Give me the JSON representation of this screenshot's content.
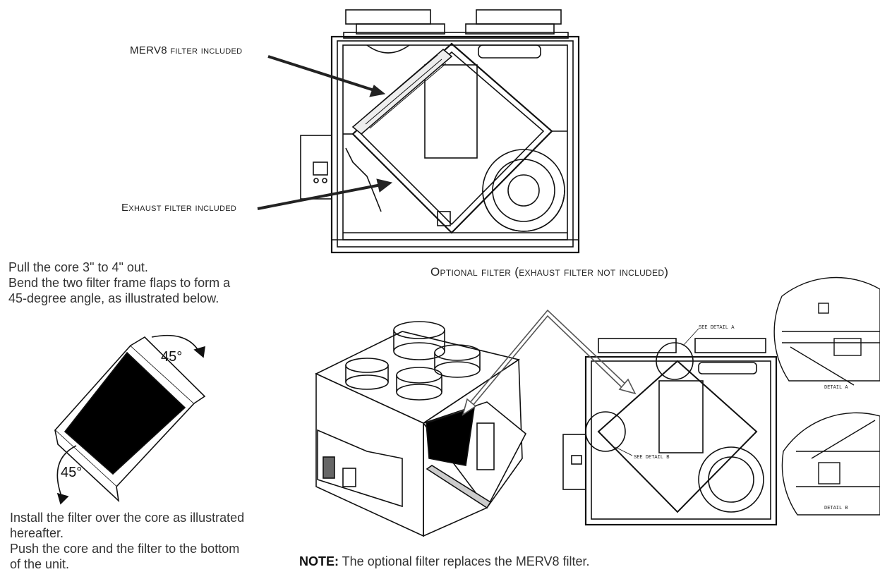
{
  "labels": {
    "merv8": "MERV8 filter included",
    "exhaust": "Exhaust filter included",
    "optional": "Optional filter (exhaust filter not included)"
  },
  "instructions": {
    "step1_line1": "Pull the core 3\" to 4\" out.",
    "step1_line2": "Bend the two filter frame flaps to form a",
    "step1_line3": "45-degree angle, as illustrated below.",
    "step2_line1": "Install the filter over the core as illustrated",
    "step2_line2": "hereafter.",
    "step2_line3": "Push the core and the filter to the bottom",
    "step2_line4": "of the unit."
  },
  "angles": {
    "top": "45°",
    "bottom": "45°"
  },
  "note": {
    "prefix": "NOTE:",
    "text": " The optional filter replaces the MERV8 filter."
  },
  "details": {
    "see_a": "SEE DETAIL A",
    "see_b": "SEE DETAIL B",
    "detail_a": "DETAIL A",
    "detail_b": "DETAIL B"
  }
}
